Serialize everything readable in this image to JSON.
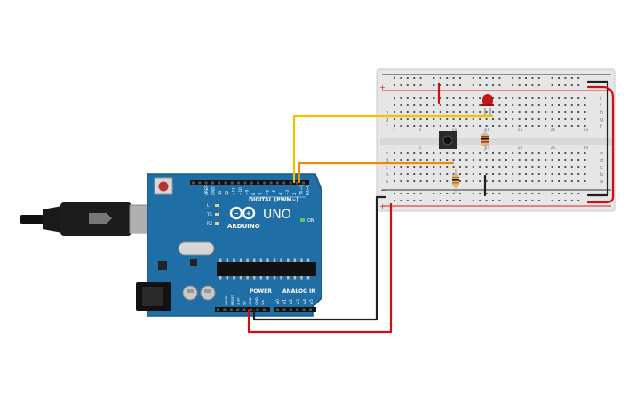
{
  "board": {
    "brand": "ARDUINO",
    "model": "UNO",
    "digital_header_label": "DIGITAL (PWM~)",
    "power_header_label": "POWER",
    "analog_header_label": "ANALOG IN",
    "on_label": "ON",
    "led_labels": [
      "L",
      "TX",
      "RX"
    ],
    "top_pin_labels": [
      "AREF",
      "GND",
      "13",
      "12",
      "~11",
      "~10",
      "~9",
      "8",
      "7",
      "~6",
      "~5",
      "4",
      "~3",
      "2",
      "TX→1",
      "RX←0"
    ],
    "power_pin_labels": [
      "IOREF",
      "RESET",
      "3.3V",
      "5V",
      "GND",
      "GND",
      "Vin"
    ],
    "analog_pin_labels": [
      "A0",
      "A1",
      "A2",
      "A3",
      "A4",
      "A5"
    ]
  },
  "breadboard": {
    "row_letters_top": [
      "j",
      "i",
      "h",
      "g",
      "f"
    ],
    "row_letters_bottom": [
      "e",
      "d",
      "c",
      "b",
      "a"
    ],
    "column_numbers": [
      "1",
      "5",
      "10",
      "15",
      "20",
      "25",
      "30"
    ],
    "rail_plus": "+",
    "rail_minus": "−"
  },
  "colors": {
    "board": "#1f6fa6",
    "wire_yellow": "#f2c200",
    "wire_orange": "#f08a00",
    "wire_red": "#d01010",
    "wire_black": "#202020",
    "led": "#c01818"
  }
}
